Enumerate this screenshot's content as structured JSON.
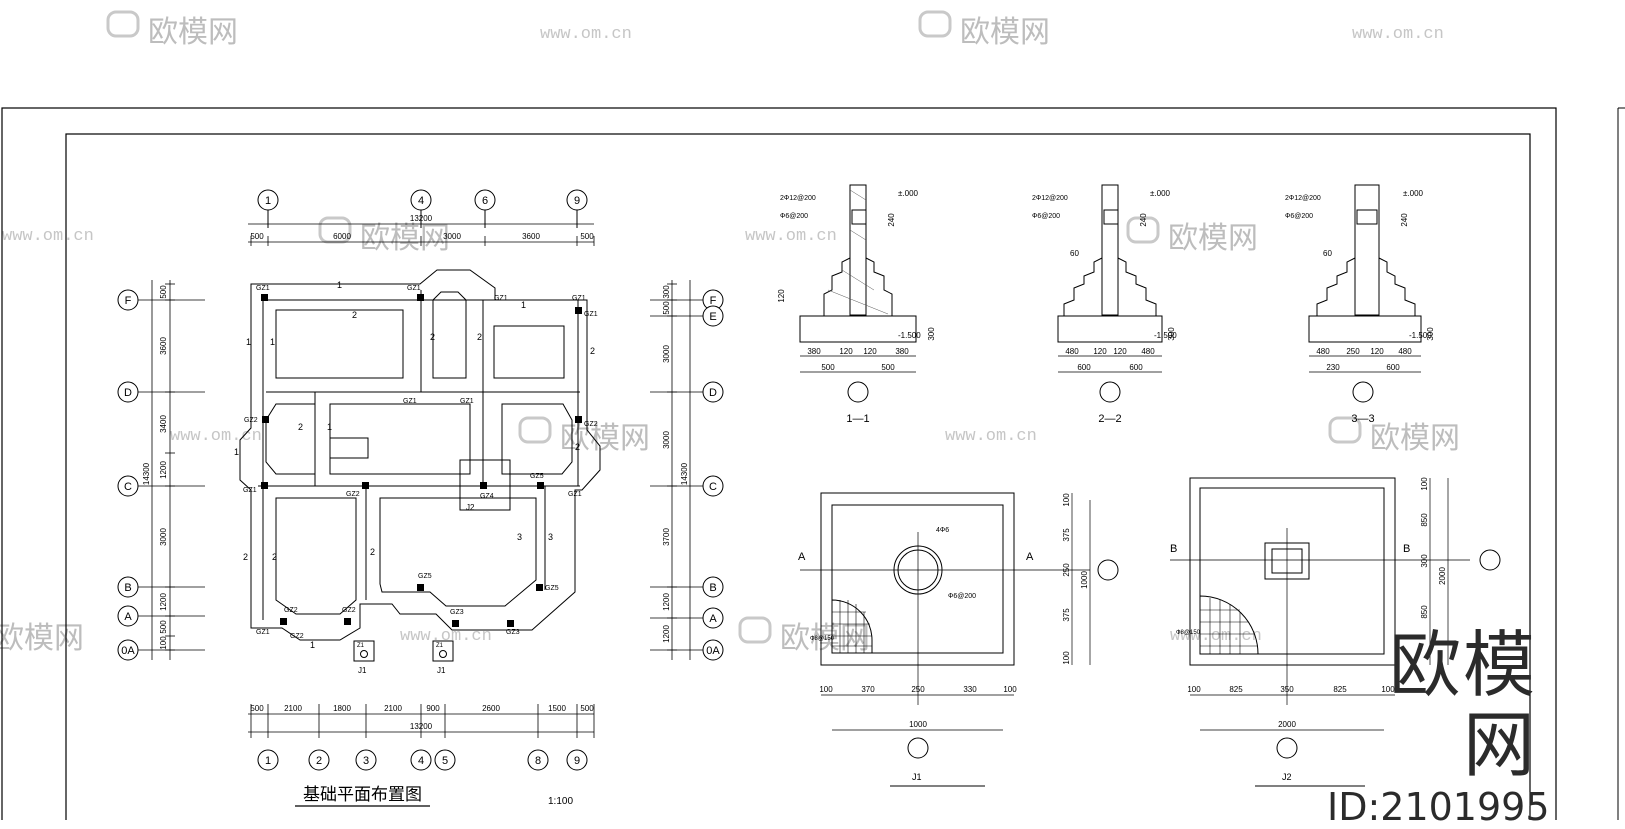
{
  "watermark": {
    "brand": "欧模网",
    "url": "www.om.cn"
  },
  "brand_overlay": {
    "name": "欧模网",
    "id": "ID:2101995"
  },
  "plan": {
    "title": "基础平面布置图",
    "scale": "1:100",
    "top_axes": [
      "1",
      "4",
      "6",
      "9"
    ],
    "bottom_axes": [
      "1",
      "2",
      "3",
      "4",
      "5",
      "8",
      "9"
    ],
    "left_axes": [
      "F",
      "D",
      "C",
      "B",
      "A",
      "0A"
    ],
    "right_axes": [
      "F",
      "E",
      "D",
      "C",
      "B",
      "A",
      "0A"
    ],
    "top_total": "13200",
    "top_dims": [
      "500",
      "6000",
      "3000",
      "3600",
      "500"
    ],
    "bottom_total": "13200",
    "bottom_dims": [
      "500",
      "2100",
      "1800",
      "2100",
      "900",
      "2600",
      "1500",
      "500"
    ],
    "left_total": "14300",
    "left_dims": [
      "500",
      "3600",
      "3400",
      "1200",
      "3000",
      "1200",
      "500",
      "100"
    ],
    "right_total": "14300",
    "right_dims": [
      "300",
      "500",
      "3000",
      "3000",
      "3700",
      "1200",
      "1200"
    ],
    "column_tags": [
      "GZ1",
      "GZ1",
      "GZ1",
      "GZ1",
      "GZ2",
      "GZ2",
      "GZ1",
      "GZ1",
      "GZ1",
      "GZ2",
      "GZ4",
      "GZ5",
      "GZ1",
      "GZ5",
      "GZ5",
      "GZ3",
      "GZ2",
      "GZ2",
      "GZ1",
      "GZ3",
      "GZ2",
      "GZ1"
    ],
    "footing_tags": [
      "J1",
      "J1",
      "J2",
      "Z1",
      "Z1"
    ],
    "strip_marks": [
      "1",
      "2",
      "3"
    ]
  },
  "sections": [
    {
      "caption": "1—1",
      "elev_top": "±.000",
      "elev_bot": "-1.500",
      "bar1": "2Ф12@200",
      "bar2": "Ф6@200",
      "widths": [
        "380",
        "120",
        "120",
        "380"
      ],
      "halves": [
        "500",
        "500"
      ],
      "side_dims": [
        "240",
        "300"
      ],
      "steps": [
        "120",
        "120"
      ]
    },
    {
      "caption": "2—2",
      "elev_top": "±.000",
      "elev_bot": "-1.500",
      "bar1": "2Ф12@200",
      "bar2": "Ф6@200",
      "widths": [
        "480",
        "120",
        "120",
        "480"
      ],
      "halves": [
        "600",
        "600"
      ],
      "side_dims": [
        "240",
        "300"
      ],
      "steps": [
        "60",
        "60",
        "60"
      ]
    },
    {
      "caption": "3—3",
      "elev_top": "±.000",
      "elev_bot": "-1.500",
      "bar1": "2Ф12@200",
      "bar2": "Ф6@200",
      "widths": [
        "480",
        "250",
        "120",
        "480"
      ],
      "halves": [
        "230",
        "600"
      ],
      "side_dims": [
        "240",
        "300"
      ],
      "steps": [
        "60",
        "60",
        "60"
      ]
    }
  ],
  "footings": [
    {
      "caption": "J1",
      "cut": "A",
      "bottom": [
        "100",
        "370",
        "250",
        "330",
        "100"
      ],
      "total": "1000",
      "right": [
        "100",
        "375",
        "250",
        "375",
        "100"
      ],
      "right_total": "1000",
      "note1": "4Ф6",
      "note2": "Ф6@200",
      "rebar": "Ф8@150"
    },
    {
      "caption": "J2",
      "cut": "B",
      "bottom": [
        "100",
        "825",
        "350",
        "825",
        "100"
      ],
      "total": "2000",
      "right": [
        "100",
        "850",
        "300",
        "850"
      ],
      "right_total": "2000",
      "rebar": "Ф8@150"
    }
  ]
}
